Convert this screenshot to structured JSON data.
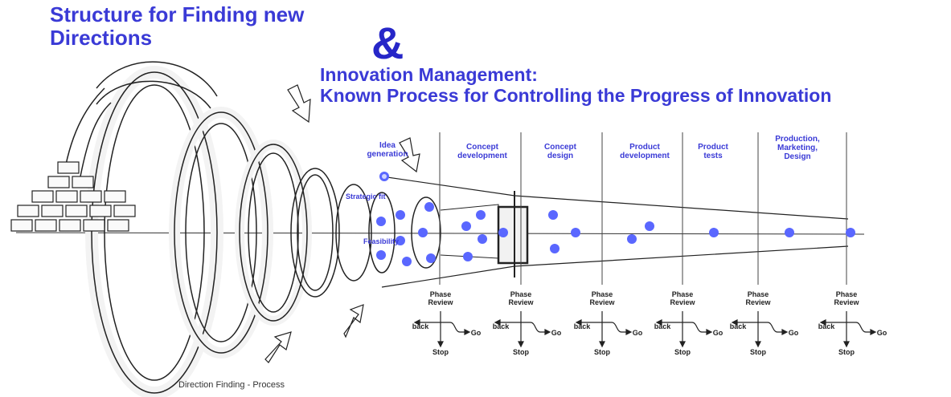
{
  "title_main": "Structure for Finding new Directions",
  "ampersand": "&",
  "title_innovation_line1": "Innovation Management:",
  "title_innovation_line2": "Known Process for Controlling the Progress of Innovation",
  "funnel_labels": {
    "idea_generation": "Idea generation",
    "strategy_fit": "Strategic fit",
    "feasibility": "Feasibility"
  },
  "phases": [
    {
      "label": "Concept development"
    },
    {
      "label": "Concept design"
    },
    {
      "label": "Product development"
    },
    {
      "label": "Product tests"
    },
    {
      "label": "Production, Marketing, Design"
    }
  ],
  "review": {
    "phase_review": "Phase Review",
    "back": "back",
    "go": "Go",
    "stop": "Stop"
  },
  "footer_caption": "Direction Finding - Process",
  "colors": {
    "title": "#3a3ad6",
    "dot": "#4f5fff"
  }
}
